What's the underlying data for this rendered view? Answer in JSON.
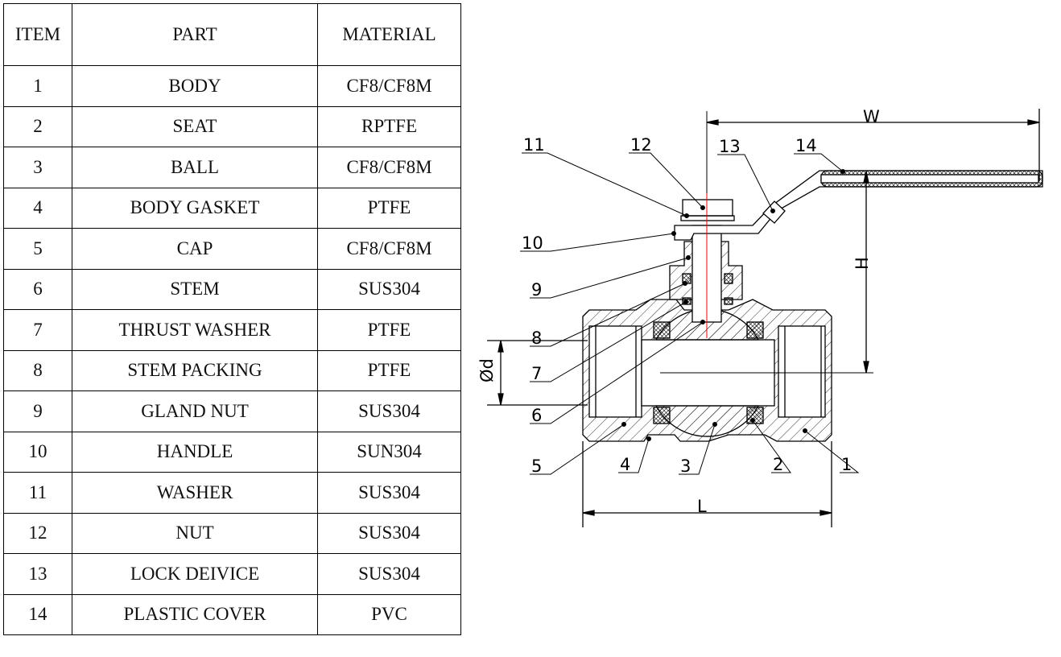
{
  "table": {
    "headers": [
      "ITEM",
      "PART",
      "MATERIAL"
    ],
    "rows": [
      {
        "item": "1",
        "part": "BODY",
        "material": "CF8/CF8M"
      },
      {
        "item": "2",
        "part": "SEAT",
        "material": "RPTFE"
      },
      {
        "item": "3",
        "part": "BALL",
        "material": "CF8/CF8M"
      },
      {
        "item": "4",
        "part": "BODY GASKET",
        "material": "PTFE"
      },
      {
        "item": "5",
        "part": "CAP",
        "material": "CF8/CF8M"
      },
      {
        "item": "6",
        "part": "STEM",
        "material": "SUS304"
      },
      {
        "item": "7",
        "part": "THRUST WASHER",
        "material": "PTFE"
      },
      {
        "item": "8",
        "part": "STEM PACKING",
        "material": "PTFE"
      },
      {
        "item": "9",
        "part": "GLAND NUT",
        "material": "SUS304"
      },
      {
        "item": "10",
        "part": "HANDLE",
        "material": "SUN304"
      },
      {
        "item": "11",
        "part": "WASHER",
        "material": "SUS304"
      },
      {
        "item": "12",
        "part": "NUT",
        "material": "SUS304"
      },
      {
        "item": "13",
        "part": "LOCK DEIVICE",
        "material": "SUS304"
      },
      {
        "item": "14",
        "part": "PLASTIC COVER",
        "material": "PVC"
      }
    ]
  },
  "drawing": {
    "callouts": [
      "1",
      "2",
      "3",
      "4",
      "5",
      "6",
      "7",
      "8",
      "9",
      "10",
      "11",
      "12",
      "13",
      "14"
    ],
    "dimensions": {
      "W": "W",
      "H": "H",
      "L": "L",
      "d": "Ød"
    }
  }
}
